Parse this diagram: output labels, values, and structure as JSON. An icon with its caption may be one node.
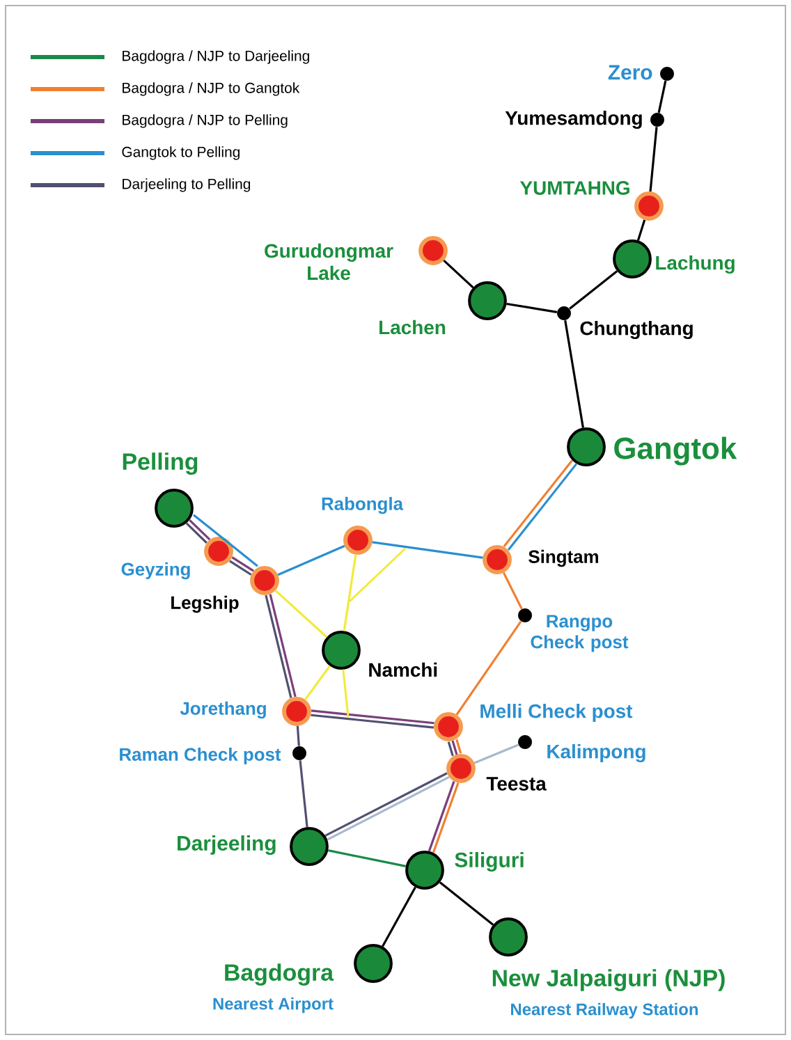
{
  "diagram": {
    "nodes": [
      {
        "text": [],
        "shape": "circle",
        "beside": [
          "Zero"
        ]
      },
      {
        "text": [],
        "shape": "circle",
        "beside": [
          "Yumesamdong"
        ]
      },
      {
        "text": [],
        "shape": "circle",
        "beside": [
          "YUMTAHNG"
        ]
      },
      {
        "text": [],
        "shape": "circle",
        "beside": [
          "Lachung"
        ]
      },
      {
        "text": [],
        "shape": "circle",
        "beside": [
          "Gurudongmar Lake"
        ]
      },
      {
        "text": [],
        "shape": "circle",
        "beside": [
          "Lachen"
        ]
      },
      {
        "text": [],
        "shape": "circle",
        "beside": [
          "Chungthang"
        ]
      },
      {
        "text": [],
        "shape": "circle",
        "beside": [
          "Gangtok"
        ]
      },
      {
        "text": [],
        "shape": "circle",
        "beside": [
          "Pelling"
        ]
      },
      {
        "text": [],
        "shape": "circle",
        "beside": [
          "Geyzing"
        ]
      },
      {
        "text": [],
        "shape": "circle",
        "beside": [
          "Rabongla"
        ]
      },
      {
        "text": [],
        "shape": "circle",
        "beside": [
          "Singtam"
        ]
      },
      {
        "text": [],
        "shape": "circle",
        "beside": [
          "Legship"
        ]
      },
      {
        "text": [],
        "shape": "circle",
        "beside": [
          "Rangpo Check post"
        ]
      },
      {
        "text": [],
        "shape": "circle",
        "beside": [
          "Namchi"
        ]
      },
      {
        "text": [],
        "shape": "circle",
        "beside": [
          "Jorethang"
        ]
      },
      {
        "text": [],
        "shape": "circle",
        "beside": [
          "Melli Check post"
        ]
      },
      {
        "text": [],
        "shape": "circle",
        "beside": [
          "Raman Check post"
        ]
      },
      {
        "text": [],
        "shape": "circle",
        "beside": [
          "Kalimpong"
        ]
      },
      {
        "text": [],
        "shape": "circle",
        "beside": [
          "Teesta"
        ]
      },
      {
        "text": [],
        "shape": "circle",
        "beside": [
          "Darjeeling"
        ]
      },
      {
        "text": [],
        "shape": "circle",
        "beside": [
          "Siliguri"
        ]
      },
      {
        "text": [],
        "shape": "circle",
        "beside": [
          "Bagdogra",
          "Nearest Airport"
        ]
      },
      {
        "text": [],
        "shape": "circle",
        "beside": [
          "New Jalpaiguri (NJP)",
          "Nearest Railway Station"
        ]
      }
    ],
    "edges": [
      {
        "from": 0,
        "to": 1,
        "arrow": "none"
      },
      {
        "from": 1,
        "to": 2,
        "arrow": "none"
      },
      {
        "from": 2,
        "to": 3,
        "arrow": "none"
      },
      {
        "from": 3,
        "to": 6,
        "arrow": "none"
      },
      {
        "from": 4,
        "to": 5,
        "arrow": "none"
      },
      {
        "from": 5,
        "to": 6,
        "arrow": "none"
      },
      {
        "from": 6,
        "to": 7,
        "arrow": "none"
      },
      {
        "from": 21,
        "to": 22,
        "arrow": "none"
      },
      {
        "from": 21,
        "to": 23,
        "arrow": "none"
      },
      {
        "from": 7,
        "to": 11,
        "arrow": "none",
        "color": "#2a8fd0"
      },
      {
        "from": 11,
        "to": 10,
        "arrow": "none",
        "color": "#2a8fd0"
      },
      {
        "from": 10,
        "to": 12,
        "arrow": "none",
        "color": "#2a8fd0"
      },
      {
        "from": 12,
        "to": 8,
        "arrow": "none",
        "color": "#2a8fd0"
      },
      {
        "from": 7,
        "to": 11,
        "arrow": "none",
        "color": "#f08030"
      },
      {
        "from": 11,
        "to": 13,
        "arrow": "none",
        "color": "#f08030"
      },
      {
        "from": 13,
        "to": 16,
        "arrow": "none",
        "color": "#f08030"
      },
      {
        "from": 16,
        "to": 19,
        "arrow": "none",
        "color": "#f08030"
      },
      {
        "from": 19,
        "to": 21,
        "arrow": "none",
        "color": "#f08030"
      },
      {
        "from": 8,
        "to": 9,
        "arrow": "none",
        "color": "#7a3f7a"
      },
      {
        "from": 9,
        "to": 12,
        "arrow": "none",
        "color": "#7a3f7a"
      },
      {
        "from": 12,
        "to": 15,
        "arrow": "none",
        "color": "#7a3f7a"
      },
      {
        "from": 15,
        "to": 16,
        "arrow": "none",
        "color": "#7a3f7a"
      },
      {
        "from": 16,
        "to": 19,
        "arrow": "none",
        "color": "#7a3f7a"
      },
      {
        "from": 19,
        "to": 21,
        "arrow": "none",
        "color": "#7a3f7a"
      },
      {
        "from": 8,
        "to": 9,
        "arrow": "none",
        "color": "#505070"
      },
      {
        "from": 9,
        "to": 12,
        "arrow": "none",
        "color": "#505070"
      },
      {
        "from": 12,
        "to": 15,
        "arrow": "none",
        "color": "#505070"
      },
      {
        "from": 15,
        "to": 16,
        "arrow": "none",
        "color": "#505070"
      },
      {
        "from": 16,
        "to": 19,
        "arrow": "none",
        "color": "#505070"
      },
      {
        "from": 15,
        "to": 17,
        "arrow": "none",
        "color": "#505070"
      },
      {
        "from": 17,
        "to": 20,
        "arrow": "none",
        "color": "#505070"
      },
      {
        "from": 20,
        "to": 19,
        "arrow": "none",
        "color": "#505070"
      },
      {
        "from": 20,
        "to": 19,
        "arrow": "none",
        "color": "#a8b8cc"
      },
      {
        "from": 19,
        "to": 18,
        "arrow": "none",
        "color": "#a8b8cc"
      },
      {
        "from": 20,
        "to": 21,
        "arrow": "none",
        "color": "#1a8a4a"
      },
      {
        "from": 12,
        "to": 14,
        "arrow": "none",
        "color": "#f2ea3a"
      },
      {
        "from": 10,
        "to": 14,
        "arrow": "none",
        "color": "#f2ea3a"
      },
      {
        "from": 14,
        "to": 15,
        "arrow": "none",
        "color": "#f2ea3a"
      },
      {
        "from": 14,
        "to": null,
        "arrow": "none",
        "color": "#f2ea3a"
      }
    ],
    "legend": [
      {
        "text": "Bagdogra / NJP to Darjeeling",
        "color": "#1a8a4a"
      },
      {
        "text": "Bagdogra / NJP to Gangtok",
        "color": "#f08030"
      },
      {
        "text": "Bagdogra / NJP to Pelling",
        "color": "#7a3f7a"
      },
      {
        "text": "Gangtok to Pelling",
        "color": "#2a8fd0"
      },
      {
        "text": "Darjeeling to Pelling",
        "color": "#505070"
      }
    ]
  }
}
